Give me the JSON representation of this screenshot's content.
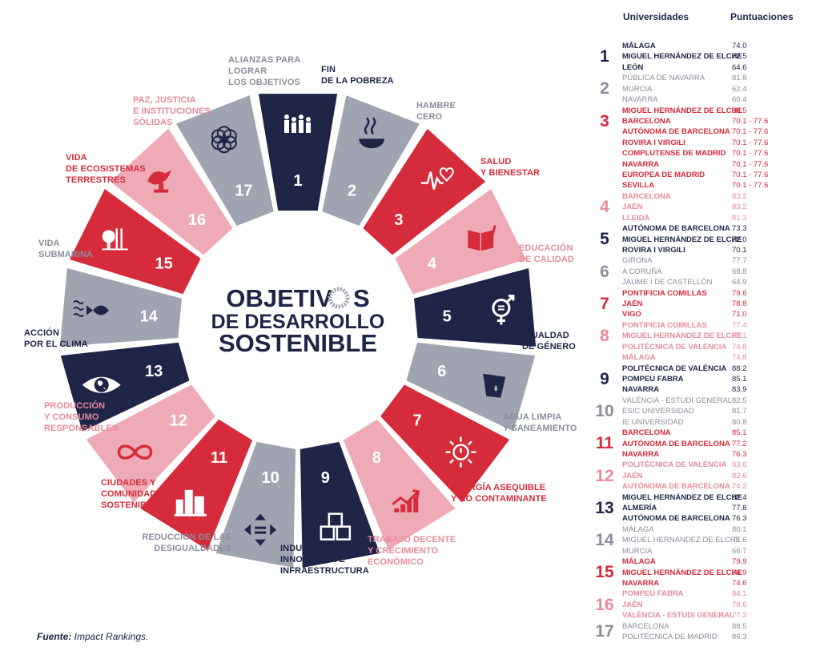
{
  "center_title": [
    "OBJETIV",
    "S",
    "DE DESARROLLO",
    "SOSTENIBLE"
  ],
  "colors": {
    "navy": "#1e2547",
    "red": "#d52b3b",
    "pink": "#eeabb5",
    "gray": "#a0a4b1",
    "gray_text": "#8a8e9b",
    "pink_text": "#e98b99"
  },
  "goals": [
    {
      "n": "1",
      "color": "navy",
      "icon": "family-icon",
      "label": [
        "FIN",
        "DE LA POBREZA"
      ]
    },
    {
      "n": "2",
      "color": "gray",
      "icon": "bowl-icon",
      "label": [
        "HAMBRE",
        "CERO"
      ]
    },
    {
      "n": "3",
      "color": "red",
      "icon": "heartbeat-icon",
      "label": [
        "SALUD",
        "Y BIENESTAR"
      ]
    },
    {
      "n": "4",
      "color": "pink",
      "icon": "book-pencil-icon",
      "label": [
        "EDUCACIÓN",
        "DE CALIDAD"
      ]
    },
    {
      "n": "5",
      "color": "navy",
      "icon": "gender-equality-icon",
      "label": [
        "IGUALDAD",
        "DE GÉNERO"
      ]
    },
    {
      "n": "6",
      "color": "gray",
      "icon": "water-glass-icon",
      "label": [
        "AGUA LIMPIA",
        "Y SANEAMIENTO"
      ]
    },
    {
      "n": "7",
      "color": "red",
      "icon": "sun-power-icon",
      "label": [
        "ENERGÍA ASEQUIBLE",
        "Y NO CONTAMINANTE"
      ]
    },
    {
      "n": "8",
      "color": "pink",
      "icon": "growth-chart-icon",
      "label": [
        "TRABAJO DECENTE",
        "Y CRECIMIENTO",
        "ECONÓMICO"
      ]
    },
    {
      "n": "9",
      "color": "navy",
      "icon": "cubes-icon",
      "label": [
        "INDUSTRIA,",
        "INNOVACIÓN E",
        "INFRAESTRUCTURA"
      ]
    },
    {
      "n": "10",
      "color": "gray",
      "icon": "arrows-equality-icon",
      "label": [
        "REDUCCIÓN DE LAS",
        "DESIGUALDADES"
      ]
    },
    {
      "n": "11",
      "color": "red",
      "icon": "city-icon",
      "label": [
        "CIUDADES Y",
        "COMUNIDADES",
        "SOSTENIBLES"
      ]
    },
    {
      "n": "12",
      "color": "pink",
      "icon": "infinity-icon",
      "label": [
        "PRODUCCIÓN",
        "Y CONSUMO",
        "RESPONSABLES"
      ]
    },
    {
      "n": "13",
      "color": "navy",
      "icon": "eye-globe-icon",
      "label": [
        "ACCIÓN",
        "POR EL CLIMA"
      ]
    },
    {
      "n": "14",
      "color": "gray",
      "icon": "fish-icon",
      "label": [
        "VIDA",
        "SUBMARINA"
      ]
    },
    {
      "n": "15",
      "color": "red",
      "icon": "tree-icon",
      "label": [
        "VIDA",
        "DE ECOSISTEMAS",
        "TERRESTRES"
      ]
    },
    {
      "n": "16",
      "color": "pink",
      "icon": "dove-gavel-icon",
      "label": [
        "PAZ, JUSTICIA",
        "E INSTITUCIONES",
        "SÓLIDAS"
      ]
    },
    {
      "n": "17",
      "color": "gray",
      "icon": "rings-icon",
      "label": [
        "ALIANZAS PARA",
        "LOGRAR",
        "LOS OBJETIVOS"
      ]
    }
  ],
  "table": {
    "headers": {
      "universities": "Universidades",
      "scores": "Puntuaciones"
    },
    "groups": [
      {
        "n": "1",
        "color": "navy",
        "rows": [
          [
            "MÁLAGA",
            "74.0"
          ],
          [
            "MIGUEL HERNÁNDEZ DE ELCHE",
            "72.5"
          ],
          [
            "LEÓN",
            "64.6"
          ]
        ]
      },
      {
        "n": "2",
        "color": "gray",
        "rows": [
          [
            "PÚBLICA DE NAVARRA",
            "81.8"
          ],
          [
            "MURCIA",
            "62.4"
          ],
          [
            "NAVARRA",
            "60.4"
          ]
        ]
      },
      {
        "n": "3",
        "color": "red",
        "rows": [
          [
            "MIGUEL HERNÁNDEZ DE ELCHE",
            "80.5"
          ],
          [
            "BARCELONA",
            "70.1 - 77.6"
          ],
          [
            "AUTÓNOMA DE BARCELONA",
            "70.1 - 77.6"
          ],
          [
            "ROVIRA I VIRGILI",
            "70.1 - 77.6"
          ],
          [
            "COMPLUTENSE DE MADRID",
            "70.1 - 77.6"
          ],
          [
            "NAVARRA",
            "70.1 - 77.6"
          ],
          [
            "EUROPEA DE MADRID",
            "70.1 - 77.6"
          ],
          [
            "SEVILLA",
            "70.1 - 77.6"
          ]
        ]
      },
      {
        "n": "4",
        "color": "pink",
        "rows": [
          [
            "BARCELONA",
            "83.2"
          ],
          [
            "JAÉN",
            "83.2"
          ],
          [
            "LLEIDA",
            "81.3"
          ]
        ]
      },
      {
        "n": "5",
        "color": "navy",
        "rows": [
          [
            "AUTÓNOMA DE BARCELONA",
            "73.3"
          ],
          [
            "MIGUEL HERNÁNDEZ DE ELCHE",
            "72.0"
          ],
          [
            "ROVIRA I VIRGILI",
            "70.1"
          ]
        ]
      },
      {
        "n": "6",
        "color": "gray",
        "rows": [
          [
            "GIRONA",
            "77.7"
          ],
          [
            "A CORUÑA",
            "68.8"
          ],
          [
            "JAUME I DE CASTELLÓN",
            "64.9"
          ]
        ]
      },
      {
        "n": "7",
        "color": "red",
        "rows": [
          [
            "PONTIFICIA COMILLAS",
            "79.6"
          ],
          [
            "JAÉN",
            "78.8"
          ],
          [
            "VIGO",
            "71.0"
          ]
        ]
      },
      {
        "n": "8",
        "color": "pink",
        "rows": [
          [
            "PONTIFICIA COMILLAS",
            "77.4"
          ],
          [
            "MIGUEL HERNÁNDEZ DE ELCHE",
            "77.1"
          ],
          [
            "POLITÈCNICA DE VALÈNCIA",
            "74.8"
          ],
          [
            "MÁLAGA",
            "74.8"
          ]
        ]
      },
      {
        "n": "9",
        "color": "navy",
        "rows": [
          [
            "POLITÈCNICA DE VALÈNCIA",
            "88.2"
          ],
          [
            "POMPEU FABRA",
            "85.1"
          ],
          [
            "NAVARRA",
            "83.9"
          ]
        ]
      },
      {
        "n": "10",
        "color": "gray",
        "rows": [
          [
            "VALÈNCIA - ESTUDI GENERAL",
            "82.5"
          ],
          [
            "ESIC UNIVERSIDAD",
            "81.7"
          ],
          [
            "IE UNIVERSIDAD",
            "80.8"
          ]
        ]
      },
      {
        "n": "11",
        "color": "red",
        "rows": [
          [
            "BARCELONA",
            "85.1"
          ],
          [
            "AUTÓNOMA DE BARCELONA",
            "77.2"
          ],
          [
            "NAVARRA",
            "76.3"
          ]
        ]
      },
      {
        "n": "12",
        "color": "pink",
        "rows": [
          [
            "POLITÈCNICA DE VALÈNCIA",
            "83.8"
          ],
          [
            "JAÉN",
            "82.6"
          ],
          [
            "AUTÓNOMA DE BARCELONA",
            "74.2"
          ]
        ]
      },
      {
        "n": "13",
        "color": "navy",
        "rows": [
          [
            "MIGUEL HERNÁNDEZ DE ELCHE",
            "82.4"
          ],
          [
            "ALMERÍA",
            "77.8"
          ],
          [
            "AUTÓNOMA DE BARCELONA",
            "76.3"
          ]
        ]
      },
      {
        "n": "14",
        "color": "gray",
        "rows": [
          [
            "MÁLAGA",
            "80.1"
          ],
          [
            "MIGUEL HERNÁNDEZ DE ELCHE",
            "71.6"
          ],
          [
            "MURCIA",
            "66.7"
          ]
        ]
      },
      {
        "n": "15",
        "color": "red",
        "rows": [
          [
            "MÁLAGA",
            "79.9"
          ],
          [
            "MIGUEL HERNÁNDEZ DE ELCHE",
            "74.9"
          ],
          [
            "NAVARRA",
            "74.6"
          ]
        ]
      },
      {
        "n": "16",
        "color": "pink",
        "rows": [
          [
            "POMPEU FABRA",
            "84.1"
          ],
          [
            "JAÉN",
            "78.6"
          ],
          [
            "VALÈNCIA - ESTUDI GENERAL",
            "77.2"
          ]
        ]
      },
      {
        "n": "17",
        "color": "gray",
        "rows": [
          [
            "BARCELONA",
            "88.5"
          ],
          [
            "POLITÈCNICA DE MADRID",
            "86.3"
          ]
        ]
      }
    ]
  },
  "source": {
    "label": "Fuente:",
    "text": " Impact Rankings."
  }
}
